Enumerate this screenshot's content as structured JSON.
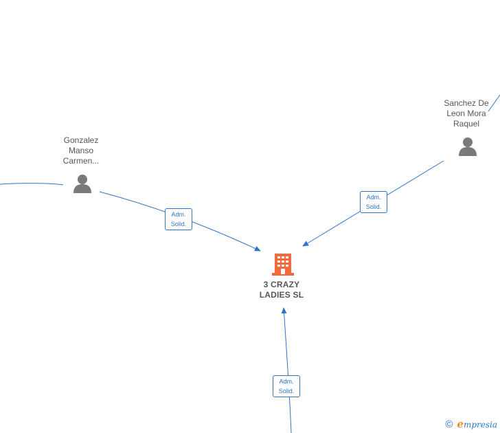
{
  "colors": {
    "edge": "#2f74c7",
    "company": "#f26a3a",
    "person": "#7a7a7a",
    "label": "#555555"
  },
  "company": {
    "name": "3 CRAZY\nLADIES  SL",
    "icon": "building-icon"
  },
  "persons": [
    {
      "id": "gonzalez",
      "name": "Gonzalez\nManso\nCarmen...",
      "icon": "person-icon"
    },
    {
      "id": "sanchez",
      "name": "Sanchez De\nLeon Mora\nRaquel",
      "icon": "person-icon"
    }
  ],
  "relations": [
    {
      "from": "gonzalez",
      "to": "company",
      "role_line1": "Adm.",
      "role_line2": "Solid."
    },
    {
      "from": "sanchez",
      "to": "company",
      "role_line1": "Adm.",
      "role_line2": "Solid."
    },
    {
      "from": "offscreen-bottom",
      "to": "company",
      "role_line1": "Adm.",
      "role_line2": "Solid."
    }
  ],
  "footer": {
    "copyright": "©",
    "brand_initial": "e",
    "brand_rest": "mpresia"
  }
}
